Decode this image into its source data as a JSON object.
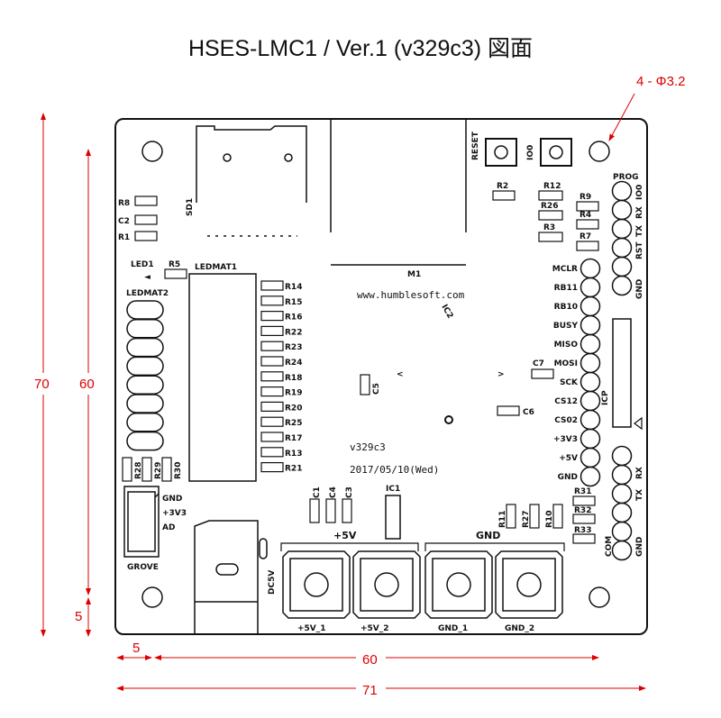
{
  "title": "HSES-LMC1  / Ver.1 (v329c3) 図面",
  "hole_note": "4 - Φ3.2",
  "dims": {
    "d70": "70",
    "d60v": "60",
    "d5v": "5",
    "d5h": "5",
    "d60h": "60",
    "d71": "71"
  },
  "board": {
    "sd1": "SD1",
    "reset": "RESET",
    "io0": "IO0",
    "m1": "M1",
    "url": "www.humblesoft.com",
    "ic2": "IC2",
    "version": "v329c3",
    "date": "2017/05/10(Wed)",
    "ic1": "IC1",
    "grove": "GROVE",
    "grove_pins": [
      "GND",
      "+3V3",
      "AD"
    ],
    "dc5v": "DC5V",
    "plus5v": "+5V",
    "gnd": "GND",
    "buttons": [
      "+5V_1",
      "+5V_2",
      "GND_1",
      "GND_2"
    ],
    "led1": "LED1",
    "ledmat1": "LEDMAT1",
    "ledmat2": "LEDMAT2",
    "prog": "PROG",
    "prog_pins": [
      "IO0",
      "RX",
      "TX",
      "RST",
      "GND"
    ],
    "icp": "ICP",
    "icp_pins": [
      "MCLR",
      "RB11",
      "RB10",
      "BUSY",
      "MISO",
      "MOSI",
      "SCK",
      "CS12",
      "CS02",
      "+3V3",
      "+5V",
      "GND"
    ],
    "com": "COM",
    "com_pins": [
      "RX",
      "TX",
      "GND"
    ],
    "r_column": [
      "R14",
      "R15",
      "R16",
      "R22",
      "R23",
      "R24",
      "R18",
      "R19",
      "R20",
      "R25",
      "R17",
      "R13",
      "R21"
    ],
    "left_parts": [
      "R8",
      "C2",
      "R1"
    ],
    "r5": "R5",
    "bottom_r": [
      "R28",
      "R29",
      "R30"
    ],
    "caps": [
      "C1",
      "C4",
      "C3"
    ],
    "right_top": [
      "R2",
      "R12",
      "R26",
      "R9",
      "R4",
      "R3",
      "R7"
    ],
    "c7": "C7",
    "c5": "C5",
    "c6": "C6",
    "mid_r": [
      "R11",
      "R27",
      "R10"
    ],
    "right_r": [
      "R31",
      "R32",
      "R33"
    ]
  }
}
